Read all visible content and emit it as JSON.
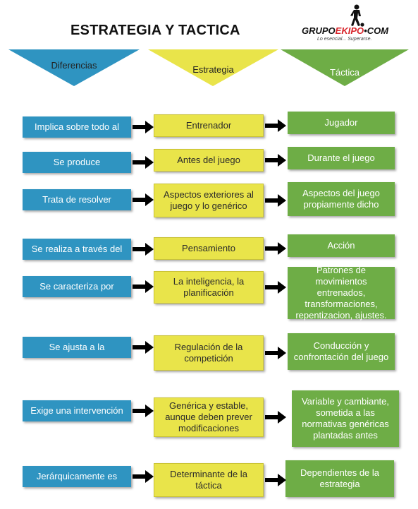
{
  "title": "ESTRATEGIA Y TACTICA",
  "logo": {
    "brand_dark": "GRUPO",
    "brand_red": "EKIPO",
    "brand_suffix": "•COM",
    "tagline": "Lo esencial... Superarse."
  },
  "colors": {
    "blue": "#2f94c1",
    "yellow": "#e9e44a",
    "green": "#6ead46",
    "accent_red": "#d8242a"
  },
  "headers": [
    {
      "label": "Diferencias",
      "color": "#2f94c1"
    },
    {
      "label": "Estrategia",
      "color": "#e9e44a"
    },
    {
      "label": "Táctica",
      "color": "#6ead46"
    }
  ],
  "rows": [
    {
      "difference": "Implica sobre todo al",
      "strategy": "Entrenador",
      "tactic": "Jugador"
    },
    {
      "difference": "Se produce",
      "strategy": "Antes del juego",
      "tactic": "Durante el juego"
    },
    {
      "difference": "Trata de resolver",
      "strategy": "Aspectos exteriores al juego y lo genérico",
      "tactic": "Aspectos del juego propiamente dicho"
    },
    {
      "difference": "Se realiza a través del",
      "strategy": "Pensamiento",
      "tactic": "Acción"
    },
    {
      "difference": "Se caracteriza por",
      "strategy": "La inteligencia, la planificación",
      "tactic": "Patrones de movimientos entrenados, transformaciones, repentizacion, ajustes."
    },
    {
      "difference": "Se ajusta a la",
      "strategy": "Regulación de la competición",
      "tactic": "Conducción y confrontación del juego"
    },
    {
      "difference": "Exige una intervención",
      "strategy": "Genérica y estable, aunque deben prever modificaciones",
      "tactic": "Variable y cambiante, sometida a las normativas genéricas plantadas antes"
    },
    {
      "difference": "Jerárquicamente es",
      "strategy": "Determinante de la táctica",
      "tactic": "Dependientes de la estrategia"
    }
  ]
}
